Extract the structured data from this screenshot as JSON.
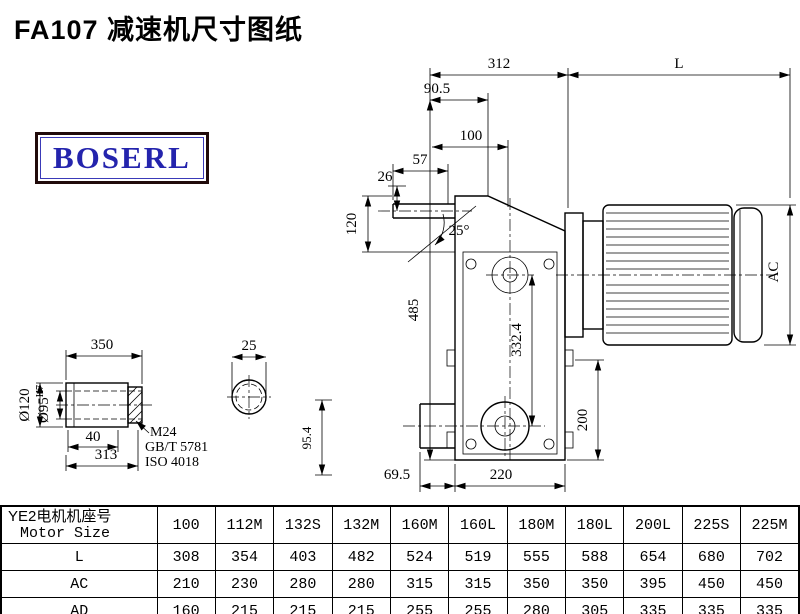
{
  "page": {
    "title": "FA107 减速机尺寸图纸",
    "brand": "BOSERL"
  },
  "drawing": {
    "main_dims": {
      "width_312": "312",
      "motor_length": "L",
      "offset_90_5": "90.5",
      "offset_100": "100",
      "offset_57": "57",
      "offset_26": "26",
      "offset_120": "120",
      "angle_25": "25°",
      "height_485": "485",
      "height_332_4": "332.4",
      "motor_diameter": "AC",
      "height_200": "200",
      "offset_69_5": "69.5",
      "width_220": "220",
      "height_95_4": "95.4"
    },
    "shaft_detail": {
      "length_350": "350",
      "dia_outer": "Ø120",
      "dia_bore": "Ø95",
      "bore_tolerance": "H7",
      "offset_40": "40",
      "length_313": "313",
      "thread": "M24",
      "standard_gb": "GB/T 5781",
      "standard_iso": "ISO 4018",
      "key_dim_25": "25"
    }
  },
  "table": {
    "header_cn": "YE2电机机座号",
    "header_en": "Motor Size",
    "sizes": [
      "100",
      "112M",
      "132S",
      "132M",
      "160M",
      "160L",
      "180M",
      "180L",
      "200L",
      "225S",
      "225M"
    ],
    "rows": [
      {
        "label": "L",
        "values": [
          "308",
          "354",
          "403",
          "482",
          "524",
          "519",
          "555",
          "588",
          "654",
          "680",
          "702"
        ]
      },
      {
        "label": "AC",
        "values": [
          "210",
          "230",
          "280",
          "280",
          "315",
          "315",
          "350",
          "350",
          "395",
          "450",
          "450"
        ]
      },
      {
        "label": "AD",
        "values": [
          "160",
          "215",
          "215",
          "215",
          "255",
          "255",
          "280",
          "305",
          "335",
          "335",
          "335"
        ]
      }
    ]
  }
}
